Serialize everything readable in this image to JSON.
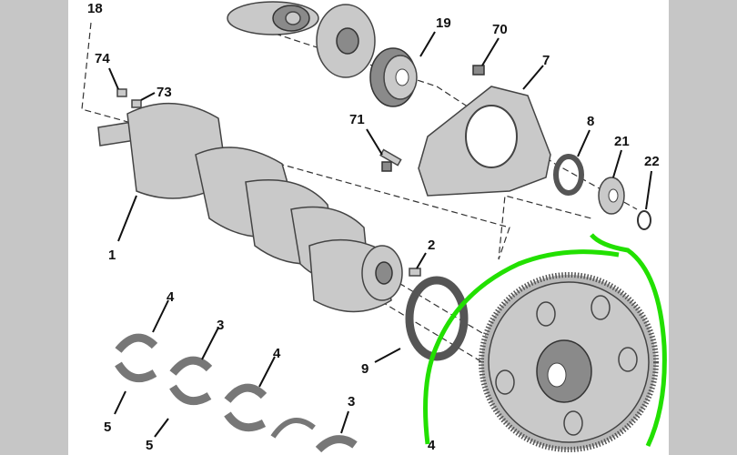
{
  "diagram": {
    "title": "Crankshaft and flywheel exploded view",
    "labels": {
      "l18": "18",
      "l19": "19",
      "l70": "70",
      "l7": "7",
      "l74": "74",
      "l73": "73",
      "l71": "71",
      "l8": "8",
      "l21": "21",
      "l22": "22",
      "l1": "1",
      "l2": "2",
      "l4a": "4",
      "l3a": "3",
      "l4b": "4",
      "l5a": "5",
      "l9": "9",
      "l3b": "3",
      "l4c": "4",
      "l5b": "5"
    },
    "highlight_color": "#22e000"
  }
}
